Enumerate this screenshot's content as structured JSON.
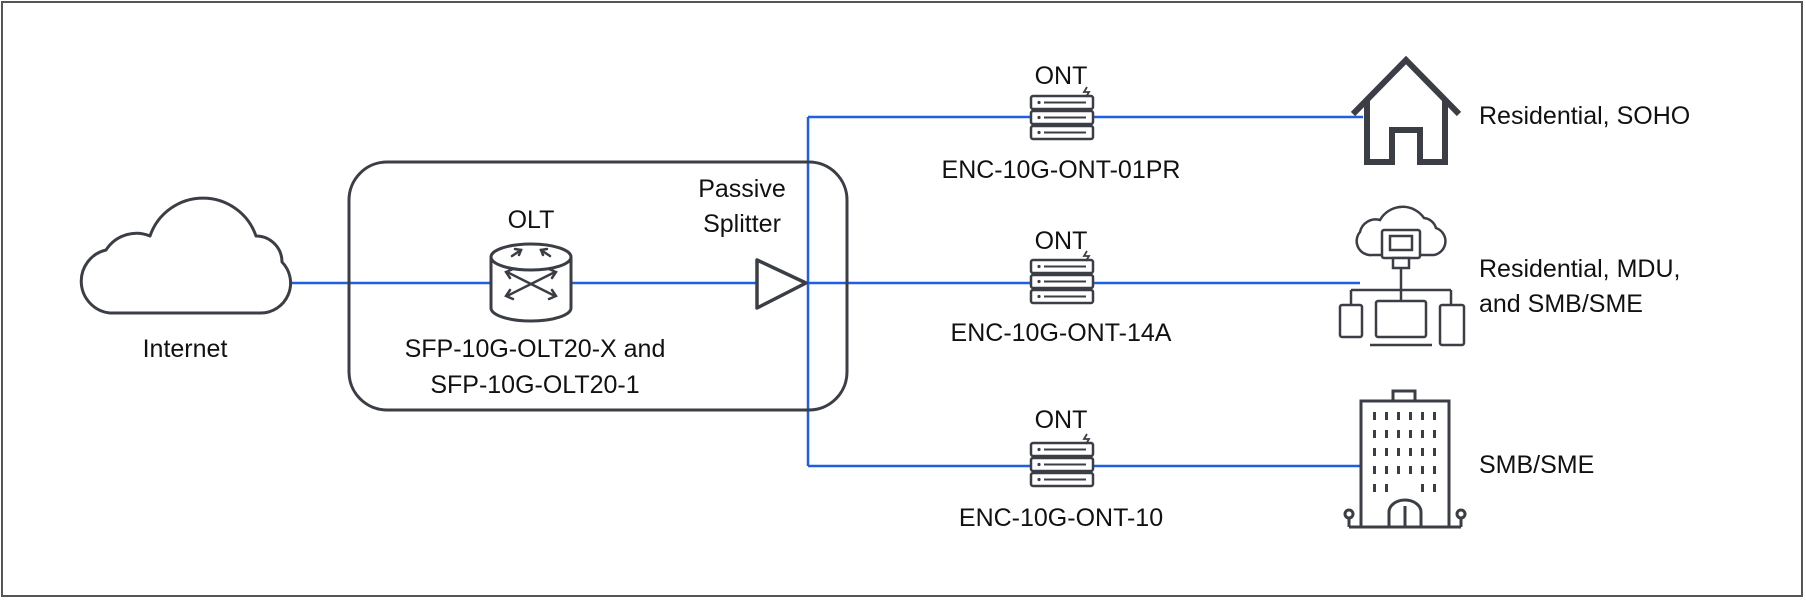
{
  "colors": {
    "link": "#1f5fe0",
    "stroke": "#3b3f45",
    "frame": "#555555",
    "text": "#111111"
  },
  "nodes": {
    "internet": {
      "label": "Internet",
      "icon": "cloud-icon"
    },
    "olt": {
      "title": "OLT",
      "model_line1": "SFP-10G-OLT20-X and",
      "model_line2": "SFP-10G-OLT20-1",
      "icon": "olt-router-icon"
    },
    "splitter": {
      "title_line1": "Passive",
      "title_line2": "Splitter",
      "icon": "splitter-triangle-icon"
    },
    "ont_top": {
      "title": "ONT",
      "model": "ENC-10G-ONT-01PR",
      "icon": "ont-device-icon"
    },
    "ont_mid": {
      "title": "ONT",
      "model": "ENC-10G-ONT-14A",
      "icon": "ont-device-icon"
    },
    "ont_bottom": {
      "title": "ONT",
      "model": "ENC-10G-ONT-10",
      "icon": "ont-device-icon"
    }
  },
  "destinations": {
    "top": {
      "label": "Residential, SOHO",
      "icon": "house-icon"
    },
    "mid": {
      "label_line1": "Residential, MDU,",
      "label_line2": "and SMB/SME",
      "icon": "network-building-icon"
    },
    "bottom": {
      "label": "SMB/SME",
      "icon": "office-building-icon"
    }
  }
}
